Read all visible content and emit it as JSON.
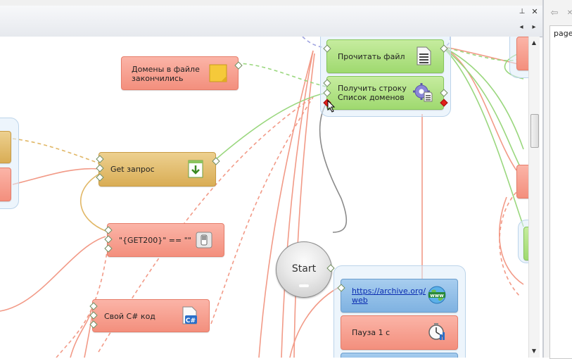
{
  "right_panel": {
    "tab_label": "page"
  },
  "canvas": {
    "start_label": "Start",
    "nodes": {
      "domains_done": {
        "line1": "Домены в файле",
        "line2": "закончились"
      },
      "get_request": {
        "label": "Get запрос"
      },
      "condition": {
        "label": "\"{GET200}\" == \"\""
      },
      "csharp": {
        "label": "Свой C# код"
      },
      "read_file": {
        "label": "Прочитать файл"
      },
      "get_line": {
        "line1": "Получить строку",
        "line2": "Список доменов"
      },
      "archive": {
        "line1": "https://archive.org/",
        "line2": "web"
      },
      "pause": {
        "label": "Пауза 1 с"
      }
    }
  },
  "icons": {
    "pin": "pin-icon",
    "close": "close-icon",
    "nav_left": "arrow-left-icon",
    "nav_right": "arrow-right-icon",
    "note": "sticky-note-icon",
    "download": "download-icon",
    "switch": "toggle-switch-icon",
    "csharp": "csharp-file-icon",
    "document": "document-icon",
    "gears": "gear-icon",
    "www": "globe-www-icon",
    "clock": "stopwatch-icon"
  },
  "colors": {
    "red_node": "#f38f7d",
    "green_node": "#9fd96f",
    "gold_node": "#d9ad55",
    "blue_node": "#7fb2e1",
    "group_bg": "#deecfa",
    "link_red": "#f29a87",
    "link_green": "#9ad77e",
    "link_gold": "#e1b766"
  }
}
